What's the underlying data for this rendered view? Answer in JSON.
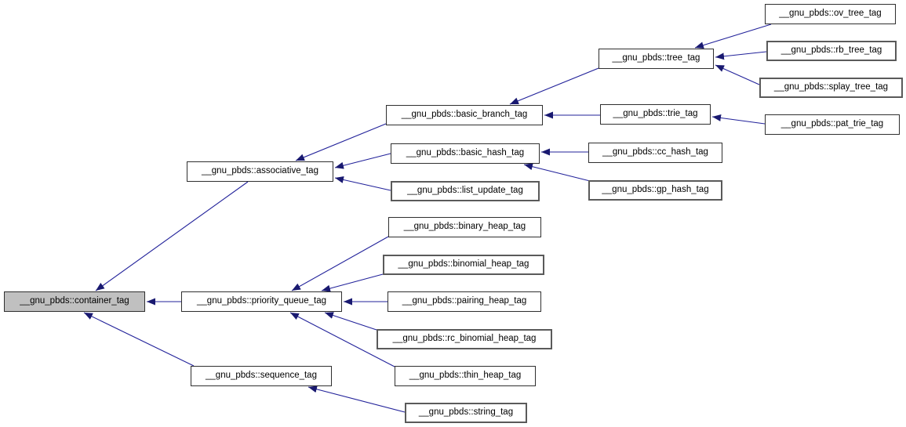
{
  "diagram": {
    "type": "inheritance-graph",
    "title": "__gnu_pbds container tag inheritance diagram",
    "colors": {
      "background": "#ffffff",
      "node_fill": "#ffffff",
      "node_border": "#2f2f2f",
      "node_border_bold": "#5a5a5a",
      "highlight_fill": "#c0c0c0",
      "edge": "#22229a",
      "arrowhead": "#191970",
      "text": "#000000"
    },
    "nodes": [
      {
        "id": "container_tag",
        "label": "__gnu_pbds::container_tag",
        "highlighted": true,
        "bold_border": false
      },
      {
        "id": "associative_tag",
        "label": "__gnu_pbds::associative_tag",
        "highlighted": false,
        "bold_border": false
      },
      {
        "id": "priority_queue_tag",
        "label": "__gnu_pbds::priority_queue_tag",
        "highlighted": false,
        "bold_border": false
      },
      {
        "id": "sequence_tag",
        "label": "__gnu_pbds::sequence_tag",
        "highlighted": false,
        "bold_border": false
      },
      {
        "id": "basic_branch_tag",
        "label": "__gnu_pbds::basic_branch_tag",
        "highlighted": false,
        "bold_border": false
      },
      {
        "id": "basic_hash_tag",
        "label": "__gnu_pbds::basic_hash_tag",
        "highlighted": false,
        "bold_border": false
      },
      {
        "id": "list_update_tag",
        "label": "__gnu_pbds::list_update_tag",
        "highlighted": false,
        "bold_border": true
      },
      {
        "id": "binary_heap_tag",
        "label": "__gnu_pbds::binary_heap_tag",
        "highlighted": false,
        "bold_border": false
      },
      {
        "id": "binomial_heap_tag",
        "label": "__gnu_pbds::binomial_heap_tag",
        "highlighted": false,
        "bold_border": true
      },
      {
        "id": "pairing_heap_tag",
        "label": "__gnu_pbds::pairing_heap_tag",
        "highlighted": false,
        "bold_border": false
      },
      {
        "id": "rc_binomial_heap_tag",
        "label": "__gnu_pbds::rc_binomial_heap_tag",
        "highlighted": false,
        "bold_border": true
      },
      {
        "id": "thin_heap_tag",
        "label": "__gnu_pbds::thin_heap_tag",
        "highlighted": false,
        "bold_border": false
      },
      {
        "id": "string_tag",
        "label": "__gnu_pbds::string_tag",
        "highlighted": false,
        "bold_border": true
      },
      {
        "id": "tree_tag",
        "label": "__gnu_pbds::tree_tag",
        "highlighted": false,
        "bold_border": false
      },
      {
        "id": "trie_tag",
        "label": "__gnu_pbds::trie_tag",
        "highlighted": false,
        "bold_border": false
      },
      {
        "id": "cc_hash_tag",
        "label": "__gnu_pbds::cc_hash_tag",
        "highlighted": false,
        "bold_border": false
      },
      {
        "id": "gp_hash_tag",
        "label": "__gnu_pbds::gp_hash_tag",
        "highlighted": false,
        "bold_border": true
      },
      {
        "id": "ov_tree_tag",
        "label": "__gnu_pbds::ov_tree_tag",
        "highlighted": false,
        "bold_border": false
      },
      {
        "id": "rb_tree_tag",
        "label": "__gnu_pbds::rb_tree_tag",
        "highlighted": false,
        "bold_border": true
      },
      {
        "id": "splay_tree_tag",
        "label": "__gnu_pbds::splay_tree_tag",
        "highlighted": false,
        "bold_border": true
      },
      {
        "id": "pat_trie_tag",
        "label": "__gnu_pbds::pat_trie_tag",
        "highlighted": false,
        "bold_border": false
      }
    ],
    "edges": [
      {
        "from": "associative_tag",
        "to": "container_tag"
      },
      {
        "from": "priority_queue_tag",
        "to": "container_tag"
      },
      {
        "from": "sequence_tag",
        "to": "container_tag"
      },
      {
        "from": "basic_branch_tag",
        "to": "associative_tag"
      },
      {
        "from": "basic_hash_tag",
        "to": "associative_tag"
      },
      {
        "from": "list_update_tag",
        "to": "associative_tag"
      },
      {
        "from": "tree_tag",
        "to": "basic_branch_tag"
      },
      {
        "from": "trie_tag",
        "to": "basic_branch_tag"
      },
      {
        "from": "cc_hash_tag",
        "to": "basic_hash_tag"
      },
      {
        "from": "gp_hash_tag",
        "to": "basic_hash_tag"
      },
      {
        "from": "ov_tree_tag",
        "to": "tree_tag"
      },
      {
        "from": "rb_tree_tag",
        "to": "tree_tag"
      },
      {
        "from": "splay_tree_tag",
        "to": "tree_tag"
      },
      {
        "from": "pat_trie_tag",
        "to": "trie_tag"
      },
      {
        "from": "binary_heap_tag",
        "to": "priority_queue_tag"
      },
      {
        "from": "binomial_heap_tag",
        "to": "priority_queue_tag"
      },
      {
        "from": "pairing_heap_tag",
        "to": "priority_queue_tag"
      },
      {
        "from": "rc_binomial_heap_tag",
        "to": "priority_queue_tag"
      },
      {
        "from": "thin_heap_tag",
        "to": "priority_queue_tag"
      },
      {
        "from": "string_tag",
        "to": "sequence_tag"
      }
    ]
  }
}
